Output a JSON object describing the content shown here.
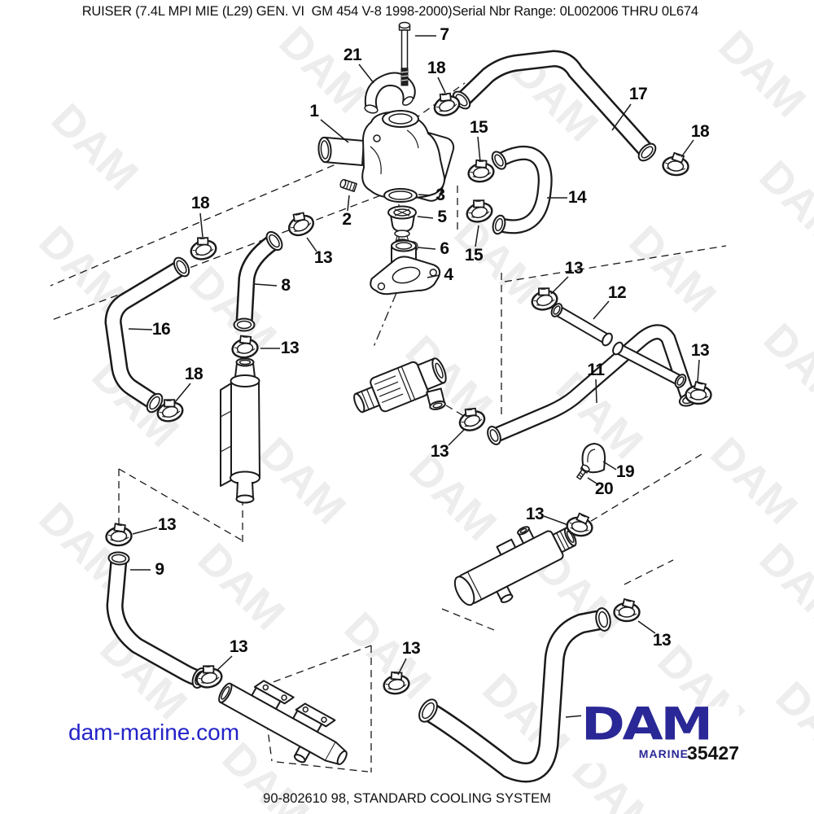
{
  "page": {
    "title": "CRUISER (7.4L MPI MIE (L29) GEN. VI  GM 454 V-8 1998-2000)Serial Nbr Range: 0L002006 THRU 0L674",
    "caption": "90-802610 98, STANDARD COOLING SYSTEM"
  },
  "watermark": {
    "text": "DAM",
    "color": "#ededed"
  },
  "branding": {
    "website": "dam-marine.com",
    "website_color": "#2323c8",
    "logo_text": "DAM",
    "logo_subtext": "MARINE",
    "logo_number": "35427",
    "logo_color": "#2a2896"
  },
  "diagram": {
    "type": "exploded-parts-diagram",
    "subject": "standard cooling system",
    "line_color": "#1a1a1a",
    "callouts": [
      "7",
      "21",
      "18",
      "1",
      "17",
      "18",
      "15",
      "3",
      "5",
      "2",
      "6",
      "4",
      "15",
      "14",
      "18",
      "13",
      "8",
      "16",
      "13",
      "18",
      "13",
      "12",
      "13",
      "11",
      "13",
      "19",
      "20",
      "13",
      "13",
      "9",
      "13",
      "13",
      "13"
    ]
  }
}
